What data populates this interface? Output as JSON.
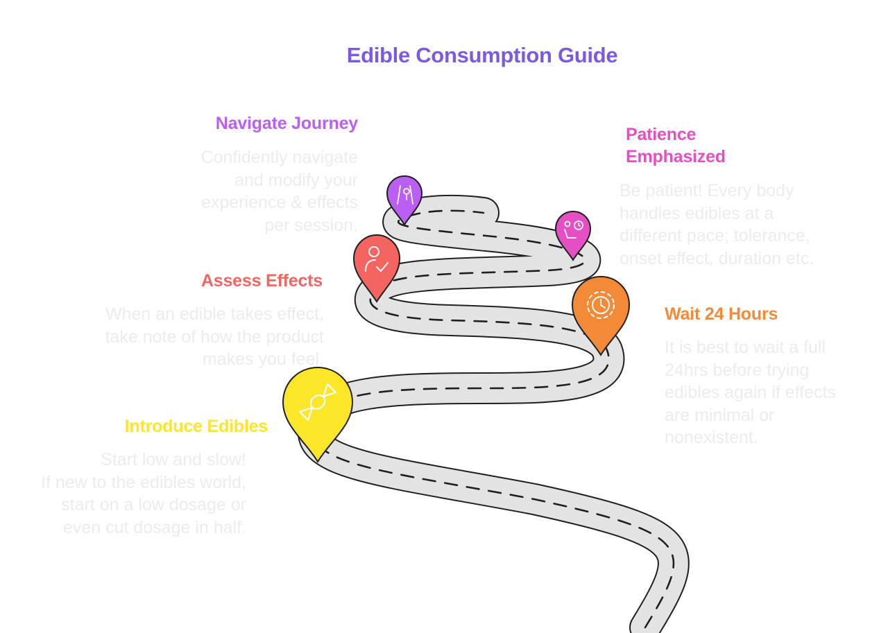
{
  "title": "Edible Consumption Guide",
  "colors": {
    "title": "#7b5ae3",
    "road": "#e3e3e3",
    "road_outline": "#1f1f1f",
    "description_text": "#ececec"
  },
  "steps": [
    {
      "title": "Introduce Edibles",
      "description": [
        "Start low and slow!",
        "If new to the edibles world,",
        "start on a low dosage or",
        "even cut dosage in half."
      ],
      "color": "#fce629",
      "icon": "candy-icon"
    },
    {
      "title": "Assess Effects",
      "description": [
        "When an edible takes effect,",
        "take note of how the product",
        "makes you feel."
      ],
      "color": "#f46460",
      "icon": "person-check-icon"
    },
    {
      "title": "Navigate Journey",
      "description": [
        "Confidently navigate",
        "and modify your",
        "experience & effects",
        "per session."
      ],
      "color": "#bb5ef2",
      "icon": "route-pin-icon"
    },
    {
      "title": "Patience Emphasized",
      "title_lines": [
        "Patience",
        "Emphasized"
      ],
      "description": [
        "Be patient! Every body",
        "handles edibles at a",
        "different pace; tolerance,",
        "onset effect, duration etc."
      ],
      "color": "#e54fc4",
      "icon": "seated-clock-icon"
    },
    {
      "title": "Wait 24 Hours",
      "description": [
        "It is best to wait a full",
        "24hrs before trying",
        "edibles again if effects",
        "are minimal or",
        "nonexistent."
      ],
      "color": "#f38a38",
      "icon": "timer-icon"
    }
  ]
}
